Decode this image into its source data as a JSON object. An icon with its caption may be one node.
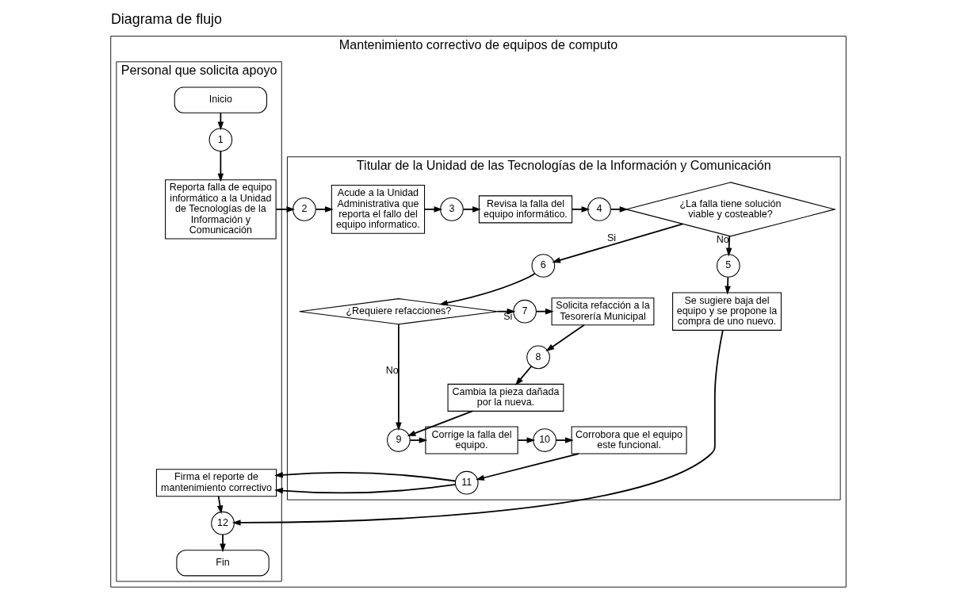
{
  "diagram": {
    "title": "Diagrama de flujo",
    "nodes": [
      {
        "text": [
          "Mantenimiento correctivo de equipos de computo"
        ]
      },
      {
        "text": [
          "Titular de la Unidad de las Tecnologías de la Información y Comunicación"
        ],
        "in": 0
      },
      {
        "text": [
          "Personal que solicita apoyo"
        ],
        "in": 0
      },
      {
        "text": [
          "Inicio"
        ],
        "in": 2
      },
      {
        "text": [
          "1"
        ],
        "in": 2
      },
      {
        "text": [
          "Reporta falla de equipo informático a la Unidad de Tecnologías de la Información y Comunicación"
        ],
        "in": 2
      },
      {
        "text": [
          "2"
        ],
        "in": 1
      },
      {
        "text": [
          "Acude a la Unidad Administrativa que reporta el fallo del equipo informatico."
        ],
        "in": 1
      },
      {
        "text": [
          "3"
        ],
        "in": 1
      },
      {
        "text": [
          "Revisa la falla del equipo informático."
        ],
        "in": 1
      },
      {
        "text": [
          "4"
        ],
        "in": 1
      },
      {
        "text": [
          "¿La falla tiene solución viable y costeable?"
        ],
        "in": 1
      },
      {
        "text": [
          "5"
        ],
        "in": 1
      },
      {
        "text": [
          "Se sugiere baja del equipo y se propone la compra de uno nuevo."
        ],
        "in": 1
      },
      {
        "text": [
          "6"
        ],
        "in": 1
      },
      {
        "text": [
          "¿Requiere refacciones?"
        ],
        "in": 1
      },
      {
        "text": [
          "7"
        ],
        "in": 1
      },
      {
        "text": [
          "Solicita refacción a la Tesorería Municipal"
        ],
        "in": 1
      },
      {
        "text": [
          "8"
        ],
        "in": 1
      },
      {
        "text": [
          "Cambia la pieza dañada por la nueva."
        ],
        "in": 1
      },
      {
        "text": [
          "9"
        ],
        "in": 1
      },
      {
        "text": [
          "Corrige la falla del equipo."
        ],
        "in": 1
      },
      {
        "text": [
          "10"
        ],
        "in": 1
      },
      {
        "text": [
          "Corrobora que el equipo este funcional."
        ],
        "in": 1
      },
      {
        "text": [
          "11"
        ],
        "in": 1
      },
      {
        "text": [
          "Firma el reporte de mantenimiento correctivo"
        ],
        "in": 2
      },
      {
        "text": [
          "12"
        ],
        "in": 2
      },
      {
        "text": [
          "Fin"
        ],
        "in": 2
      }
    ],
    "edges": [
      {
        "from": 3,
        "to": 4,
        "arrow": "to"
      },
      {
        "from": 4,
        "to": 5,
        "arrow": "to"
      },
      {
        "from": 5,
        "to": 6,
        "arrow": "to"
      },
      {
        "from": 6,
        "to": 7,
        "arrow": "to"
      },
      {
        "from": 7,
        "to": 8,
        "arrow": "to"
      },
      {
        "from": 8,
        "to": 9,
        "arrow": "to"
      },
      {
        "from": 9,
        "to": 10,
        "arrow": "to"
      },
      {
        "from": 10,
        "to": 11,
        "arrow": "to"
      },
      {
        "from": 11,
        "to": 12,
        "arrow": "to",
        "label": "No"
      },
      {
        "from": 11,
        "to": 14,
        "arrow": "to",
        "label": "Si"
      },
      {
        "from": 12,
        "to": 13,
        "arrow": "to"
      },
      {
        "from": 14,
        "to": 15,
        "arrow": "to"
      },
      {
        "from": 15,
        "to": 16,
        "arrow": "to",
        "label": "Si"
      },
      {
        "from": 16,
        "to": 17,
        "arrow": "to"
      },
      {
        "from": 17,
        "to": 18,
        "arrow": "to"
      },
      {
        "from": 18,
        "to": 19,
        "arrow": "to"
      },
      {
        "from": 19,
        "to": 20,
        "arrow": "to"
      },
      {
        "from": 15,
        "to": 20,
        "arrow": "to",
        "label": "No"
      },
      {
        "from": 20,
        "to": 21,
        "arrow": "to"
      },
      {
        "from": 21,
        "to": 22,
        "arrow": "to"
      },
      {
        "from": 22,
        "to": 23,
        "arrow": "to"
      },
      {
        "from": 23,
        "to": 24,
        "arrow": "to"
      },
      {
        "from": 24,
        "to": 25,
        "arrow": "to"
      },
      {
        "from": 13,
        "to": 26,
        "arrow": "to"
      },
      {
        "from": 25,
        "to": 26,
        "arrow": "to"
      },
      {
        "from": 26,
        "to": 27,
        "arrow": "to"
      }
    ]
  }
}
